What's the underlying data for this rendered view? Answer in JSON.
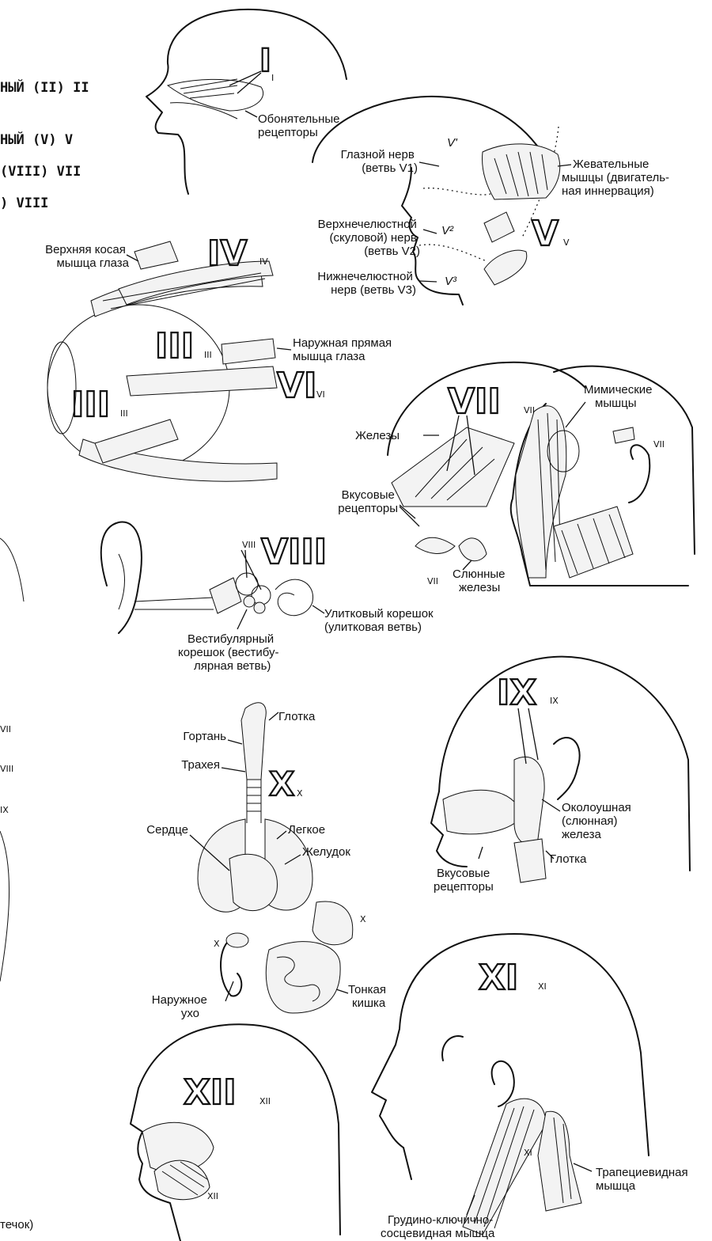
{
  "left_list": {
    "line1": "НЫЙ (II) II",
    "line2": "НЫЙ (V) V",
    "line3": "(VIII) VII",
    "line4": ") VIII",
    "rn1": "VII",
    "rn2": "VIII",
    "rn3": "IX",
    "footer": "течок)"
  },
  "olfactory": {
    "numeral": "I",
    "sub": "I",
    "label": "Обонятельные рецепторы"
  },
  "trigeminal": {
    "numeral": "V",
    "sub": "V",
    "v1": "V'",
    "v2": "V²",
    "v3": "V³",
    "label_v1": "Глазной нерв (ветвь V1)",
    "label_v2": "Верхнечелюстной (скуловой) нерв (ветвь V2)",
    "label_v3": "Нижнечелюстной нерв (ветвь V3)",
    "label_muscles": "Жевательные мышцы (двигатель-ная иннервация)"
  },
  "eye": {
    "numeral_iv": "IV",
    "sub_iv": "IV",
    "numeral_iii_a": "III",
    "sub_iii_a": "III",
    "numeral_iii_b": "III",
    "sub_iii_b": "III",
    "numeral_vi": "VI",
    "sub_vi": "VI",
    "label_oblique": "Верхняя косая мышца глаза",
    "label_rectus": "Наружная прямая мышца глаза"
  },
  "facial": {
    "numeral": "VII",
    "sub": "VII",
    "sub2": "VII",
    "sub3": "VII",
    "label_glands": "Железы",
    "label_taste": "Вкусовые рецепторы",
    "label_salivary": "Слюнные железы",
    "label_mimic": "Мимические мышцы"
  },
  "ear": {
    "numeral": "VIII",
    "sub": "VIII",
    "label_cochlear": "Улитковый корешок (улитковая ветвь)",
    "label_vestibular": "Вестибулярный корешок (вестибу-лярная ветвь)"
  },
  "vagus": {
    "numeral": "X",
    "sub": "X",
    "sub2": "X",
    "sub3": "X",
    "label_pharynx": "Глотка",
    "label_larynx": "Гортань",
    "label_trachea": "Трахея",
    "label_heart": "Сердце",
    "label_lung": "Легкое",
    "label_stomach": "Желудок",
    "label_ear": "Наружное ухо",
    "label_intestine": "Тонкая кишка"
  },
  "glosso": {
    "numeral": "IX",
    "sub": "IX",
    "label_parotid": "Околоушная (слюнная) железа",
    "label_pharynx": "Глотка",
    "label_taste": "Вкусовые рецепторы"
  },
  "accessory": {
    "numeral": "XI",
    "sub": "XI",
    "sub2": "XI",
    "label_trapezius": "Трапециевидная мышца",
    "label_scm": "Грудино-ключично-сосцевидная мышца"
  },
  "hypoglossal": {
    "numeral": "XII",
    "sub": "XII",
    "sub2": "XII"
  }
}
